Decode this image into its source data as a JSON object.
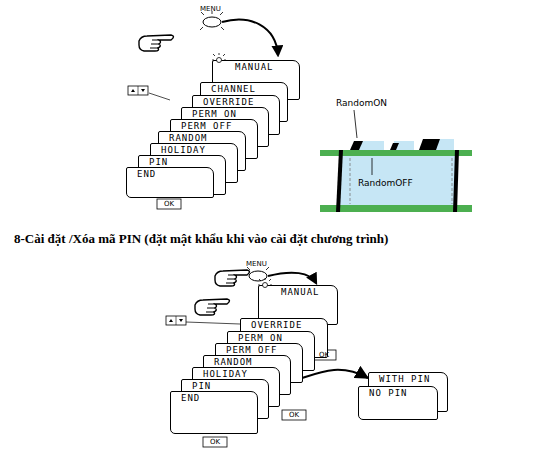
{
  "diagram": {
    "title": "8-Cài đặt /Xóa mã PIN (đặt mật khẩu khi vào cài đặt chương trình)",
    "nodes": [
      {
        "text": [
          "MANUAL"
        ]
      },
      {
        "text": [
          "CHANNEL"
        ]
      },
      {
        "text": [
          "OVERRIDE"
        ]
      },
      {
        "text": [
          "PERM ON"
        ]
      },
      {
        "text": [
          "PERM OFF"
        ]
      },
      {
        "text": [
          "RANDOM"
        ]
      },
      {
        "text": [
          "HOLIDAY"
        ]
      },
      {
        "text": [
          "PIN"
        ]
      },
      {
        "text": [
          "END"
        ]
      },
      {
        "text": [
          "MANUAL"
        ]
      },
      {
        "text": [
          "OVERRIDE"
        ]
      },
      {
        "text": [
          "PERM ON"
        ]
      },
      {
        "text": [
          "PERM OFF"
        ]
      },
      {
        "text": [
          "RANDOM"
        ]
      },
      {
        "text": [
          "HOLIDAY"
        ]
      },
      {
        "text": [
          "PIN"
        ]
      },
      {
        "text": [
          "END"
        ]
      },
      {
        "text": [
          "WITH PIN"
        ]
      },
      {
        "text": [
          "NO PIN"
        ]
      }
    ],
    "edges": [
      {
        "from": 15,
        "to": 17,
        "arrow": "to"
      }
    ],
    "labels": [
      "MENU",
      "RandomON",
      "RandomOFF",
      "OK",
      "MENU",
      "OK",
      "OK",
      "OK"
    ]
  }
}
